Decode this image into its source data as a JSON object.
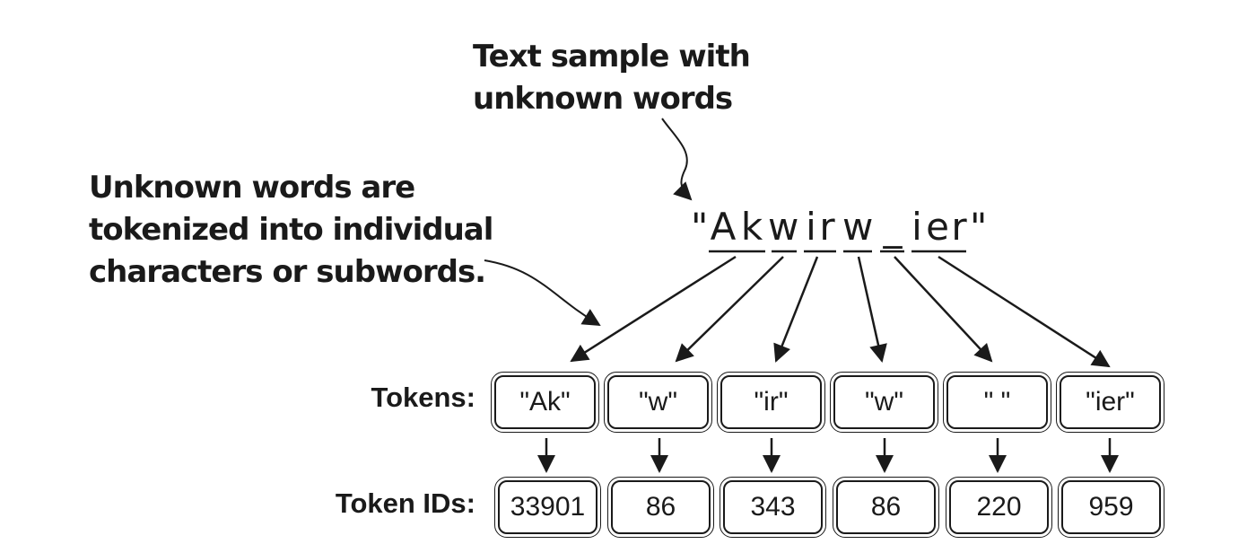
{
  "callouts": {
    "top": "Text sample with\nunknown words",
    "left": "Unknown words are\ntokenized into individual\ncharacters or subwords."
  },
  "sample": {
    "chars": [
      "\"",
      "A",
      "k",
      "w",
      "i",
      "r",
      "w",
      "_",
      "i",
      "e",
      "r",
      "\""
    ]
  },
  "rows": {
    "tokens_label": "Tokens:",
    "ids_label": "Token IDs:"
  },
  "tokens": [
    "\"Ak\"",
    "\"w\"",
    "\"ir\"",
    "\"w\"",
    "\" \"",
    "\"ier\""
  ],
  "token_ids": [
    "33901",
    "86",
    "343",
    "86",
    "220",
    "959"
  ],
  "colors": {
    "ink": "#1a1a1a",
    "background": "#ffffff"
  }
}
